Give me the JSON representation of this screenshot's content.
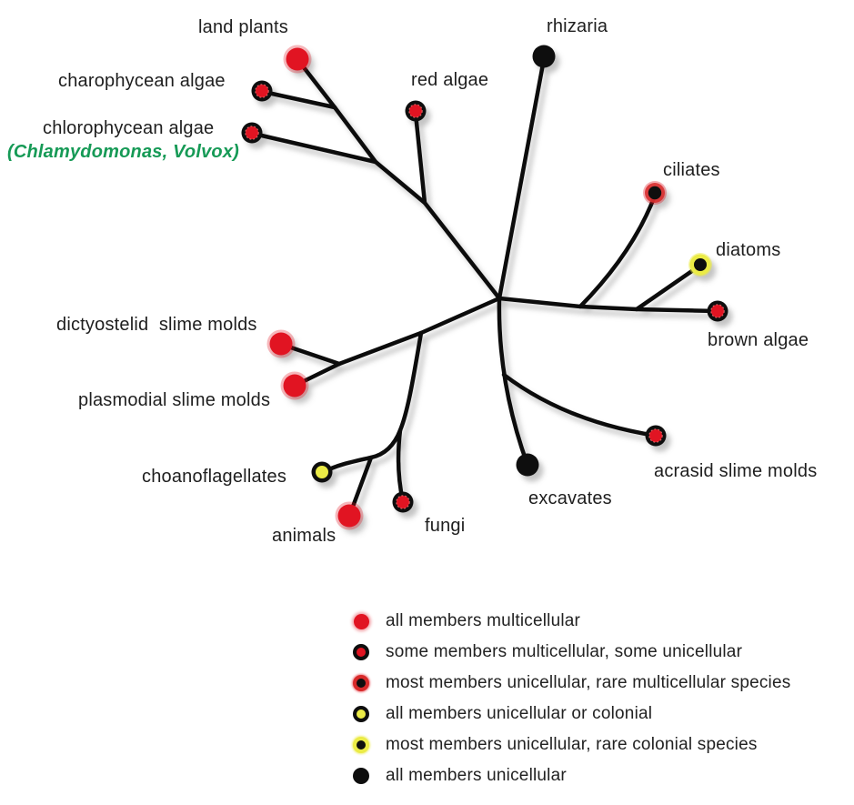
{
  "figure": {
    "type": "unrooted-phylogenetic-tree",
    "background": "#ffffff"
  },
  "tree": {
    "taxa": [
      {
        "label": "land plants",
        "dot": "solid-red",
        "status": "all members multicellular"
      },
      {
        "label": "charophycean algae",
        "dot": "red-black-ring",
        "status": "some members multicellular, some unicellular"
      },
      {
        "label": "chlorophycean algae",
        "sublabel": "(Chlamydomonas, Volvox)",
        "dot": "red-black-ring",
        "status": "some members multicellular, some unicellular"
      },
      {
        "label": "red algae",
        "dot": "red-black-ring",
        "status": "some members multicellular, some unicellular"
      },
      {
        "label": "rhizaria",
        "dot": "solid-black",
        "status": "all members unicellular"
      },
      {
        "label": "ciliates",
        "dot": "black-red-ring",
        "status": "most members unicellular, rare multicellular species"
      },
      {
        "label": "diatoms",
        "dot": "black-yellow-ring",
        "status": "most members unicellular, rare colonial species"
      },
      {
        "label": "brown algae",
        "dot": "red-black-ring",
        "status": "some members multicellular, some unicellular"
      },
      {
        "label": "dictyostelid  slime molds",
        "dot": "solid-red",
        "status": "all members multicellular"
      },
      {
        "label": "plasmodial slime molds",
        "dot": "solid-red",
        "status": "all members multicellular"
      },
      {
        "label": "choanoflagellates",
        "dot": "yellow-black-ring",
        "status": "all members unicellular or colonial"
      },
      {
        "label": "animals",
        "dot": "solid-red",
        "status": "all members multicellular"
      },
      {
        "label": "fungi",
        "dot": "red-black-ring",
        "status": "some members multicellular, some unicellular"
      },
      {
        "label": "excavates",
        "dot": "solid-black",
        "status": "all members unicellular"
      },
      {
        "label": "acrasid slime molds",
        "dot": "red-black-ring",
        "status": "some members multicellular, some unicellular"
      }
    ]
  },
  "legend": {
    "items": [
      {
        "label": "all members multicellular",
        "dot": "solid-red"
      },
      {
        "label": "some members multicellular, some unicellular",
        "dot": "red-black-ring"
      },
      {
        "label": "most members unicellular, rare multicellular species",
        "dot": "black-red-ring"
      },
      {
        "label": "all members unicellular or colonial",
        "dot": "yellow-black-ring"
      },
      {
        "label": "most members unicellular, rare colonial species",
        "dot": "black-yellow-ring"
      },
      {
        "label": "all members unicellular",
        "dot": "solid-black"
      }
    ]
  },
  "colors": {
    "red": "#e11422",
    "yellow": "#ebeb46",
    "black": "#0e0e0e",
    "green_label": "#169a56",
    "label_text": "#1e1e1e"
  }
}
